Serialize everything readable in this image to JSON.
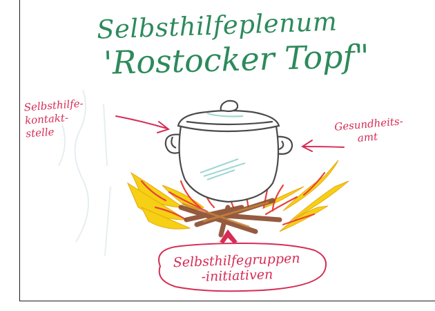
{
  "drawing": {
    "title_line1": "Selbsthilfeplenum",
    "title_line2": "'Rostocker Topf\"",
    "label_left": [
      "Selbsthilfe-",
      "kontakt-",
      "stelle"
    ],
    "label_right": [
      "Gesundheits-",
      "amt"
    ],
    "bubble": [
      "Selbsthilfegruppen",
      "-initiativen"
    ]
  },
  "colors": {
    "title_green": "#2d8a5b",
    "annotation_red": "#d62c55",
    "fire_yellow": "#f5d015",
    "fire_red": "#e8423a",
    "wood_brown": "#8a4a2c",
    "pot_outline": "#4a4a4a",
    "pot_tint": "#9fd6d2"
  }
}
